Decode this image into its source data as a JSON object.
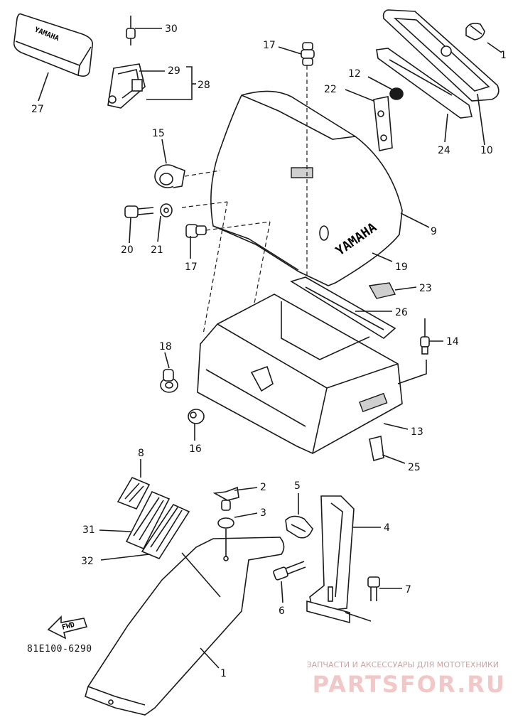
{
  "diagram": {
    "brand_marks": [
      "YAMAHA",
      "YAMAHA"
    ],
    "fwd_label": "FWD",
    "drawing_code": "81E100-6290",
    "callouts": [
      "30",
      "29",
      "28",
      "27",
      "17",
      "12",
      "22",
      "1",
      "15",
      "20",
      "21",
      "17",
      "9",
      "19",
      "24",
      "10",
      "23",
      "26",
      "14",
      "18",
      "16",
      "13",
      "25",
      "8",
      "2",
      "3",
      "5",
      "4",
      "31",
      "32",
      "6",
      "7",
      "1"
    ]
  },
  "watermark": {
    "subtitle": "ЗАПЧАСТИ И АКСЕССУАРЫ ДЛЯ МОТОТЕХНИКИ",
    "site": "PARTSFOR.RU"
  }
}
